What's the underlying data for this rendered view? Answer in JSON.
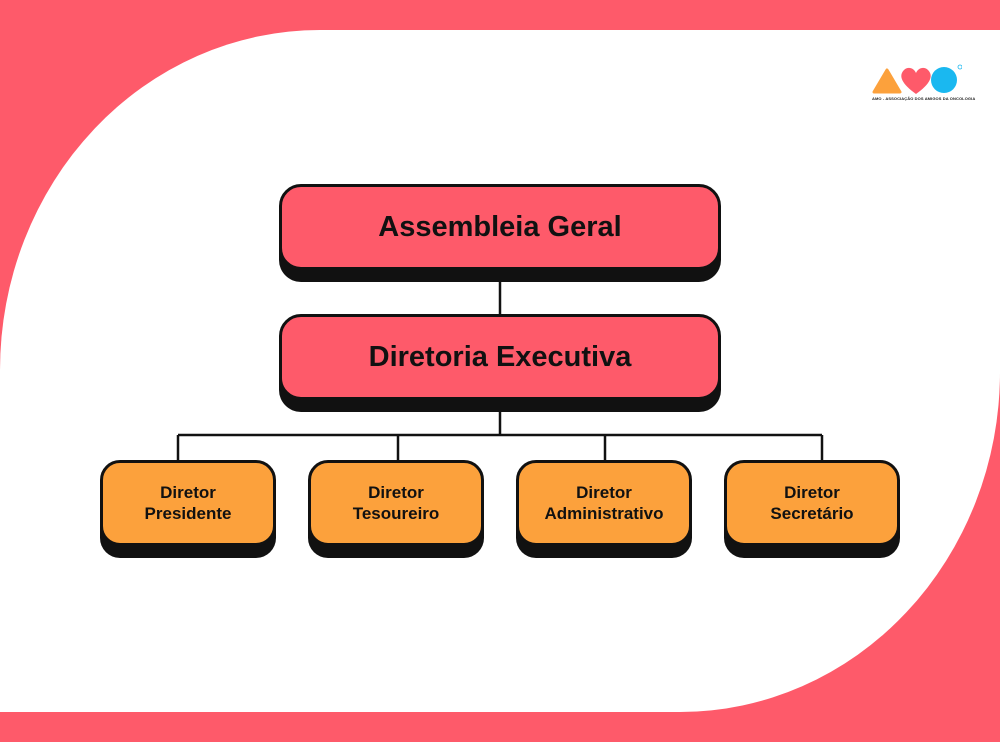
{
  "logo": {
    "tagline": "AMO - ASSOCIAÇÃO DOS AMIGOS DA ONCOLOGIA",
    "colors": {
      "triangle": "#fca13c",
      "heart": "#fe5a6a",
      "circle": "#1ab8f0"
    }
  },
  "colors": {
    "background": "#fe5a6a",
    "primary_node": "#fe5a6a",
    "secondary_node": "#fca13c",
    "outline": "#111111"
  },
  "org_chart": {
    "top": "Assembleia Geral",
    "second": "Diretoria Executiva",
    "directors": [
      {
        "line1": "Diretor",
        "line2": "Presidente"
      },
      {
        "line1": "Diretor",
        "line2": "Tesoureiro"
      },
      {
        "line1": "Diretor",
        "line2": "Administrativo"
      },
      {
        "line1": "Diretor",
        "line2": "Secretário"
      }
    ]
  }
}
